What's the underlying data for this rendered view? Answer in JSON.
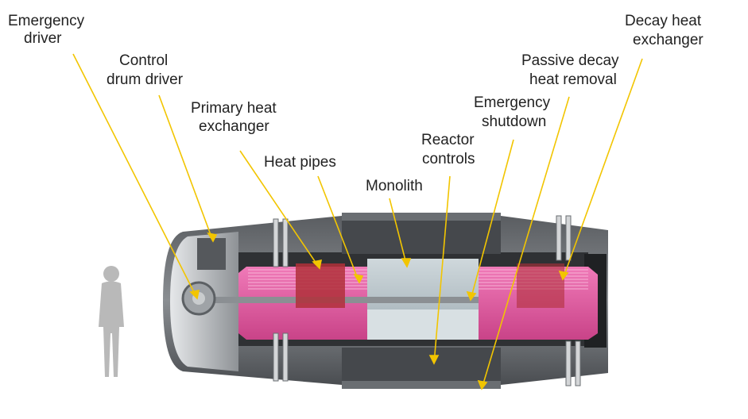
{
  "colors": {
    "leader": "#f2c500",
    "label": "#222222",
    "monolith": "#b7c3c9",
    "heat_pipe": "#e0559e",
    "shell_dark": "#3a3c3f",
    "shell_mid": "#7b7f84",
    "shell_light": "#c3c6c9",
    "coil_red": "#b0303a",
    "human": "#b9b9b9"
  },
  "figure": {
    "subject": "reactor-cutaway",
    "scale_reference": "human-silhouette-icon"
  },
  "callouts": [
    {
      "id": "emergency-driver",
      "lines": [
        "Emergency",
        "driver"
      ]
    },
    {
      "id": "control-drum-driver",
      "lines": [
        "Control",
        "drum driver"
      ]
    },
    {
      "id": "primary-heat-exchanger",
      "lines": [
        "Primary heat",
        "exchanger"
      ]
    },
    {
      "id": "heat-pipes",
      "lines": [
        "Heat pipes"
      ]
    },
    {
      "id": "monolith",
      "lines": [
        "Monolith"
      ]
    },
    {
      "id": "reactor-controls",
      "lines": [
        "Reactor",
        "controls"
      ]
    },
    {
      "id": "emergency-shutdown",
      "lines": [
        "Emergency",
        "shutdown"
      ]
    },
    {
      "id": "passive-decay-heat-removal",
      "lines": [
        "Passive decay",
        "heat removal"
      ]
    },
    {
      "id": "decay-heat-exchanger",
      "lines": [
        "Decay heat",
        "exchanger"
      ]
    }
  ]
}
